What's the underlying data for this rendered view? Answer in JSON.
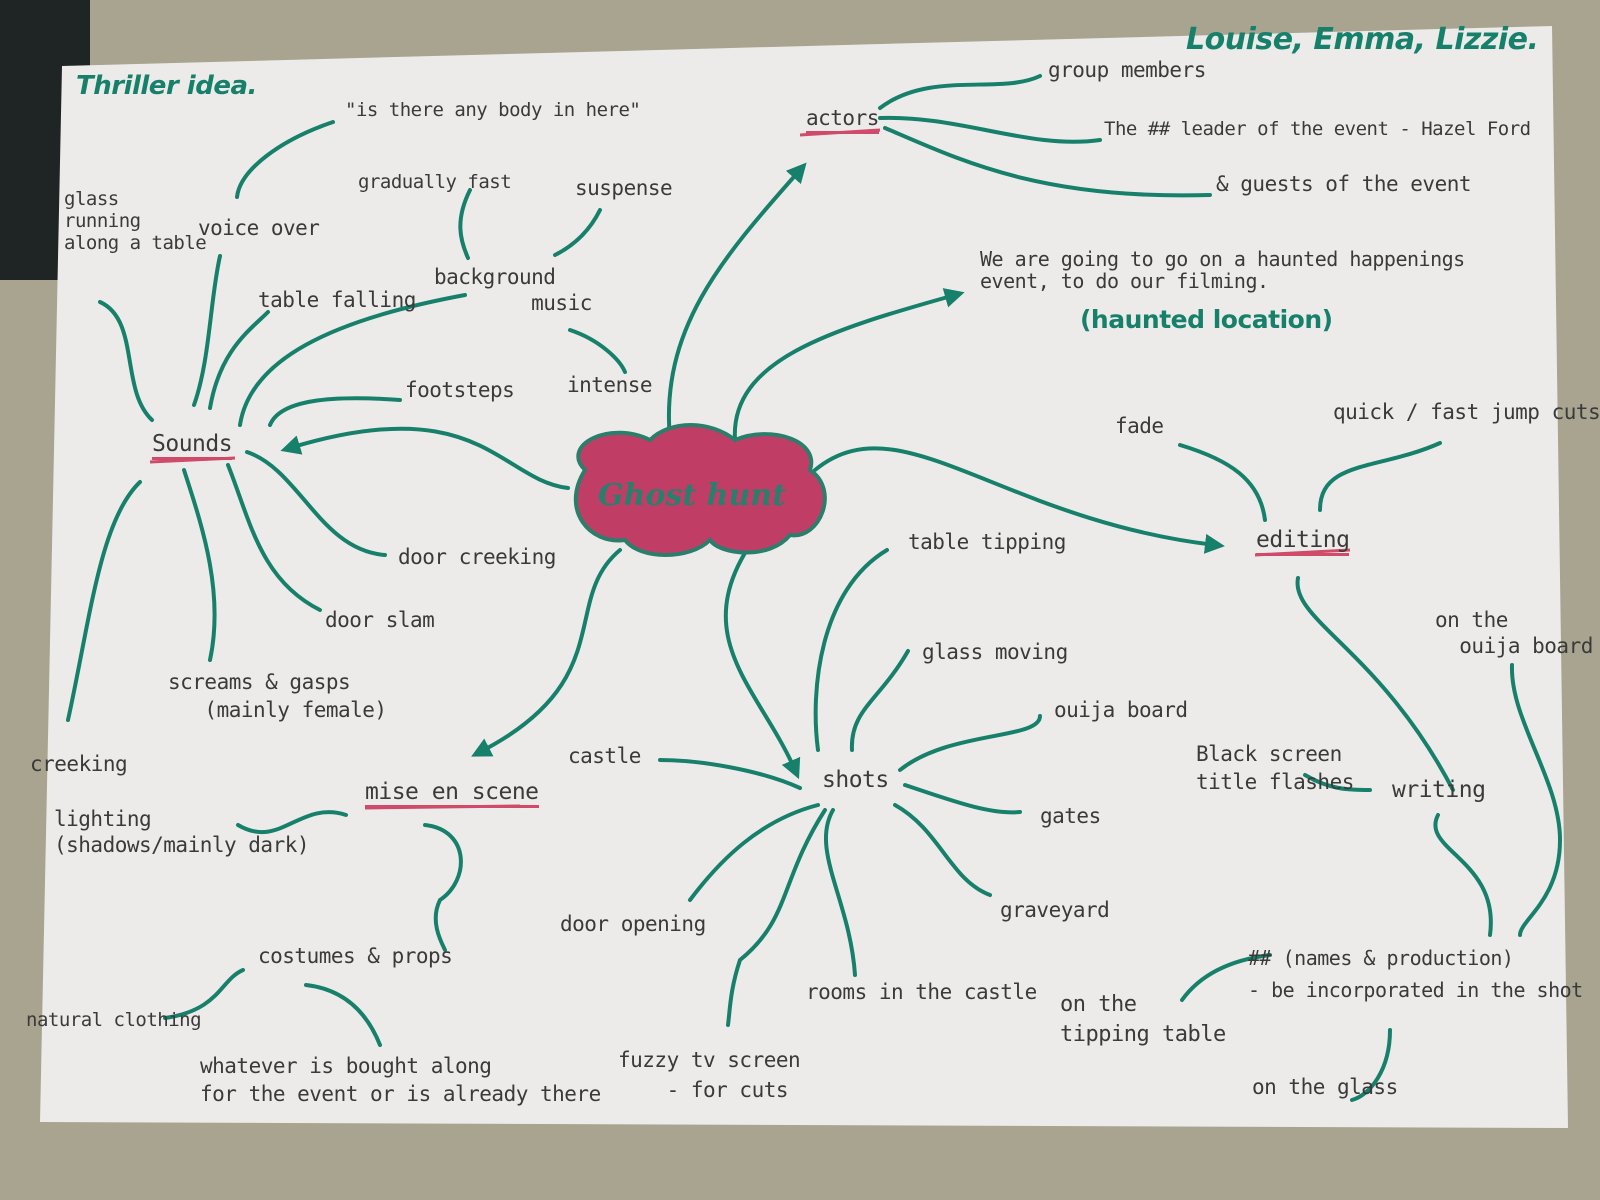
{
  "title": "Thriller idea.",
  "authors": "Louise, Emma, Lizzie.",
  "center": {
    "label": "Ghost hunt",
    "fill": "#c03d66",
    "stroke": "#2a7f6c"
  },
  "colors": {
    "ink": "#17806b",
    "underline": "#d04a6a",
    "paper": "#ecebea"
  },
  "nodes": {
    "actors": "actors",
    "sounds": "Sounds",
    "editing": "editing",
    "mise_en_scene": "mise en scene",
    "shots": "shots"
  },
  "actors_items": {
    "a1": "group members",
    "a2": "The ## leader of the event - Hazel Ford",
    "a3": "& guests of the event"
  },
  "location": {
    "text": "We are going to go on a haunted happenings\nevent, to do our filming.",
    "label": "(haunted location)"
  },
  "sounds_items": {
    "s1": "\"is there any body in here\"",
    "s2": "gradually fast",
    "s3": "suspense",
    "s4": "glass\nrunning\nalong a table",
    "s5": "voice over",
    "s6": "background\n        music",
    "s7": "table falling",
    "s8": "footsteps",
    "s9": "intense",
    "s10": "door creeking",
    "s11": "door slam",
    "s12": "screams & gasps\n   (mainly female)",
    "s13": "creeking"
  },
  "editing_items": {
    "e1": "fade",
    "e2": "quick / fast jump cuts",
    "e3": "Black screen\ntitle flashes",
    "e4": "writing",
    "e5": "on the\n  ouija board",
    "e6": "## (names & production)\n- be incorporated in the shot",
    "e7": "on the\ntipping table",
    "e8": "on the glass"
  },
  "mise_items": {
    "m1": "lighting\n(shadows/mainly dark)",
    "m2": "costumes & props",
    "m3": "natural clothing",
    "m4": "whatever is bought along\nfor the event or is already there"
  },
  "shots_items": {
    "h1": "table tipping",
    "h2": "glass moving",
    "h3": "ouija board",
    "h4": "castle",
    "h5": "gates",
    "h6": "graveyard",
    "h7": "door opening",
    "h8": "rooms in the castle",
    "h9": "fuzzy tv screen\n    - for cuts"
  }
}
